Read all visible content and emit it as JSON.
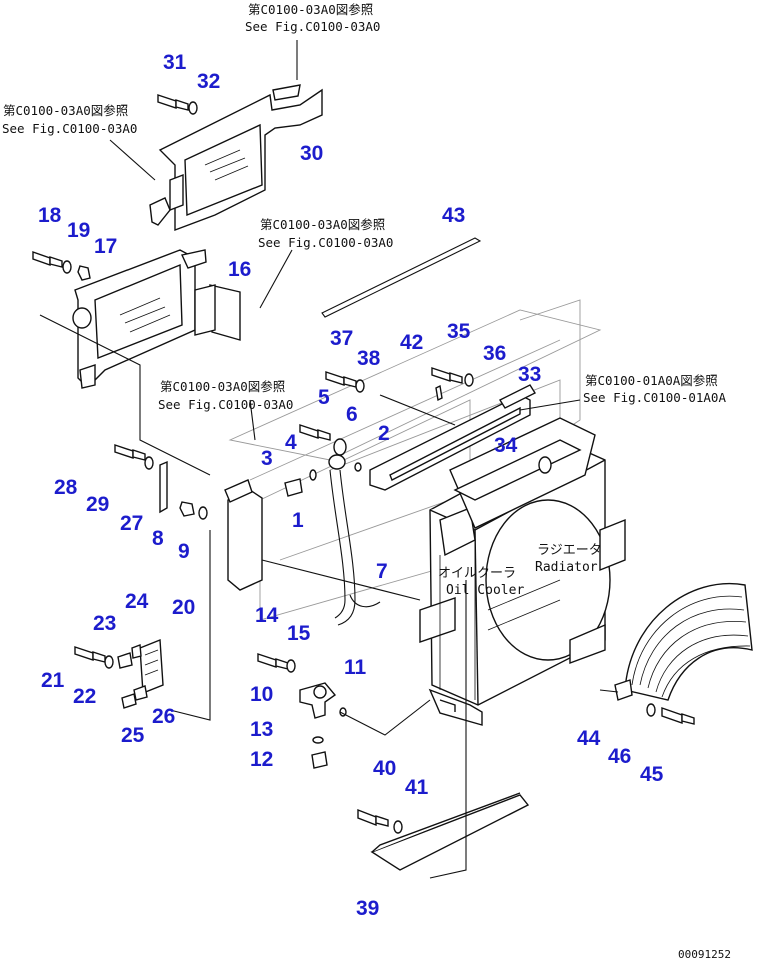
{
  "references": [
    {
      "id": "ref-top",
      "jp": "第C0100-03A0図参照",
      "en": "See Fig.C0100-03A0"
    },
    {
      "id": "ref-left",
      "jp": "第C0100-03A0図参照",
      "en": "See Fig.C0100-03A0"
    },
    {
      "id": "ref-mid",
      "jp": "第C0100-03A0図参照",
      "en": "See Fig.C0100-03A0"
    },
    {
      "id": "ref-bracket",
      "jp": "第C0100-03A0図参照",
      "en": "See Fig.C0100-03A0"
    },
    {
      "id": "ref-right",
      "jp": "第C0100-01A0A図参照",
      "en": "See Fig.C0100-01A0A"
    }
  ],
  "labels": {
    "radiator_jp": "ラジエータ",
    "radiator_en": "Radiator",
    "oilcooler_jp": "オイルクーラ",
    "oilcooler_en": "Oil Cooler"
  },
  "callouts": [
    "1",
    "2",
    "3",
    "4",
    "5",
    "6",
    "7",
    "8",
    "9",
    "10",
    "11",
    "12",
    "13",
    "14",
    "15",
    "16",
    "17",
    "18",
    "19",
    "20",
    "21",
    "22",
    "23",
    "24",
    "25",
    "26",
    "27",
    "28",
    "29",
    "30",
    "31",
    "32",
    "33",
    "34",
    "35",
    "36",
    "37",
    "38",
    "39",
    "40",
    "41",
    "42",
    "43",
    "44",
    "45",
    "46"
  ],
  "drawing_number": "00091252",
  "colors": {
    "callout": "#1c1ccc",
    "line": "#111111"
  }
}
